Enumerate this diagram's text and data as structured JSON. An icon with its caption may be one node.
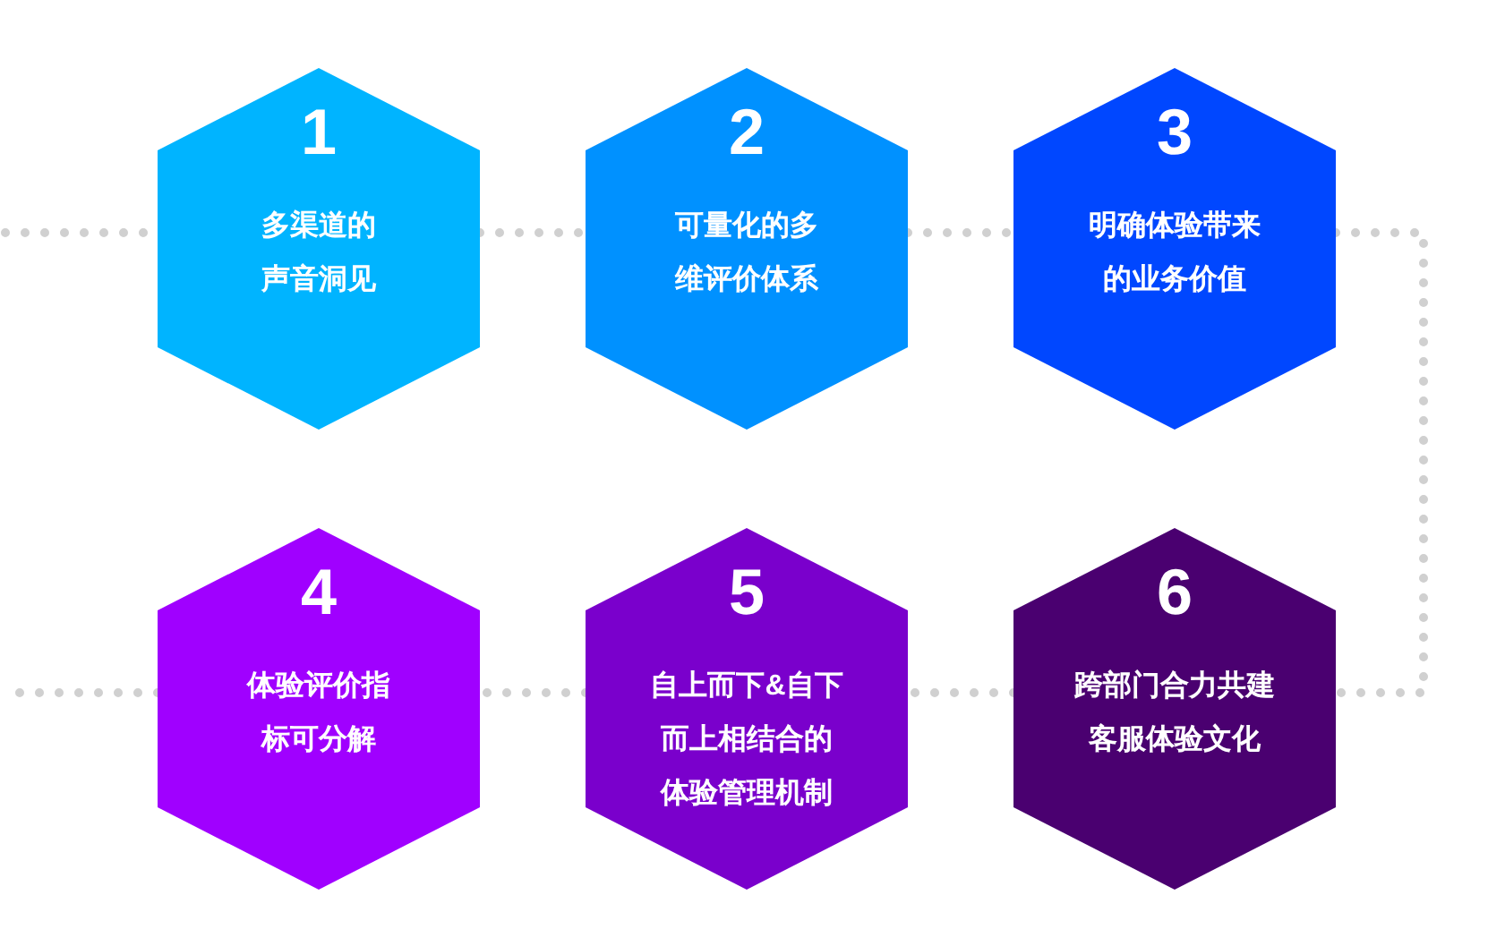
{
  "diagram": {
    "nodes": [
      {
        "text": [
          "1",
          "多渠道的声音洞见"
        ]
      },
      {
        "text": [
          "2",
          "可量化的多维评价体系"
        ]
      },
      {
        "text": [
          "3",
          "明确体验带来的业务价值"
        ]
      },
      {
        "text": [
          "4",
          "体验评价指标可分解"
        ]
      },
      {
        "text": [
          "5",
          "自上而下&自下而上相结合的体验管理机制"
        ]
      },
      {
        "text": [
          "6",
          "跨部门合力共建客服体验文化"
        ]
      }
    ],
    "edges": [
      {
        "from": null,
        "to": 0,
        "arrow": "none"
      },
      {
        "from": 0,
        "to": 1,
        "arrow": "none"
      },
      {
        "from": 1,
        "to": 2,
        "arrow": "none"
      },
      {
        "from": 2,
        "to": 5,
        "arrow": "none"
      },
      {
        "from": 5,
        "to": 4,
        "arrow": "none"
      },
      {
        "from": 4,
        "to": 3,
        "arrow": "none"
      },
      {
        "from": 3,
        "to": null,
        "arrow": "none"
      }
    ]
  }
}
